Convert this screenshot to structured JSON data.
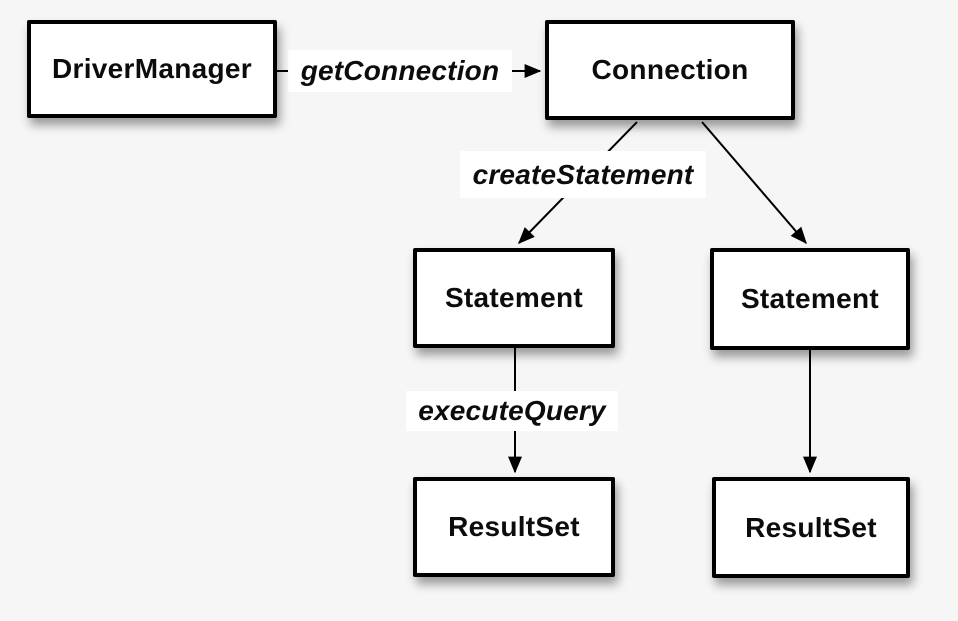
{
  "diagram": {
    "nodes": [
      {
        "id": "driver-manager",
        "label": "DriverManager"
      },
      {
        "id": "connection",
        "label": "Connection"
      },
      {
        "id": "statement-left",
        "label": "Statement"
      },
      {
        "id": "statement-right",
        "label": "Statement"
      },
      {
        "id": "resultset-left",
        "label": "ResultSet"
      },
      {
        "id": "resultset-right",
        "label": "ResultSet"
      }
    ],
    "edges": [
      {
        "id": "get-connection",
        "from": "driver-manager",
        "to": "connection",
        "label": "getConnection"
      },
      {
        "id": "create-statement",
        "from": "connection",
        "to": "statement-left",
        "label": "createStatement"
      },
      {
        "id": "connection-to-statement-2",
        "from": "connection",
        "to": "statement-right",
        "label": ""
      },
      {
        "id": "execute-query",
        "from": "statement-left",
        "to": "resultset-left",
        "label": "executeQuery"
      },
      {
        "id": "statement-2-to-resultset-2",
        "from": "statement-right",
        "to": "resultset-right",
        "label": ""
      }
    ],
    "colors": {
      "background": "#f6f6f6",
      "node_fill": "#ffffff",
      "node_border": "#000000",
      "line": "#000000",
      "label_background": "#ffffff",
      "text": "#0c0c0c"
    }
  }
}
